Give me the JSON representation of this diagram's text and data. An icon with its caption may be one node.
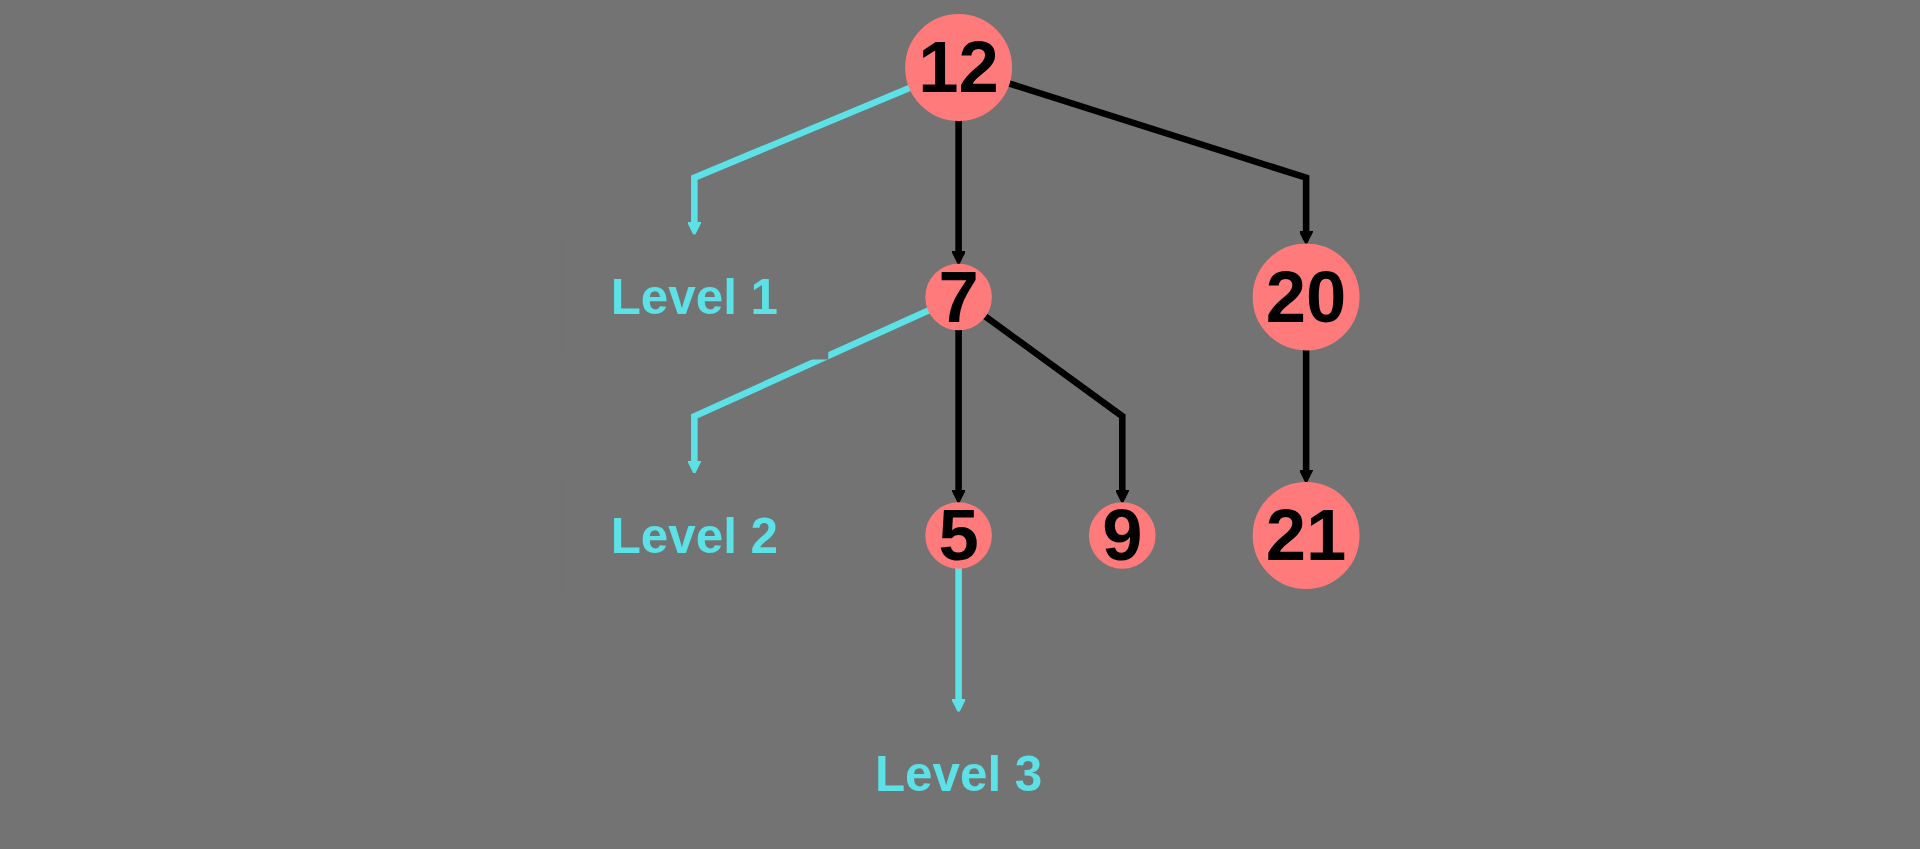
{
  "diagram": {
    "nodes": [
      {
        "text": [
          "Level 1"
        ]
      },
      {
        "text": [
          "12"
        ]
      },
      {
        "text": [
          "Level 2"
        ]
      },
      {
        "text": [
          "7"
        ]
      },
      {
        "text": [
          "20"
        ]
      },
      {
        "text": [
          "Level 3"
        ]
      },
      {
        "text": [
          "5"
        ]
      },
      {
        "text": [
          "9"
        ]
      },
      {
        "text": [
          "21"
        ]
      }
    ],
    "edges": [
      {
        "from": 1,
        "to": 0,
        "arrow": "to",
        "color": "#5ce1e6"
      },
      {
        "from": 1,
        "to": 3,
        "arrow": "to"
      },
      {
        "from": 1,
        "to": 4,
        "arrow": "to"
      },
      {
        "from": 3,
        "to": 2,
        "arrow": "to",
        "color": "#5ce1e6"
      },
      {
        "from": 3,
        "to": 6,
        "arrow": "to"
      },
      {
        "from": 3,
        "to": 7,
        "arrow": "to"
      },
      {
        "from": 4,
        "to": 8,
        "arrow": "to"
      },
      {
        "from": 6,
        "to": 5,
        "arrow": "to",
        "color": "#5ce1e6"
      }
    ]
  }
}
